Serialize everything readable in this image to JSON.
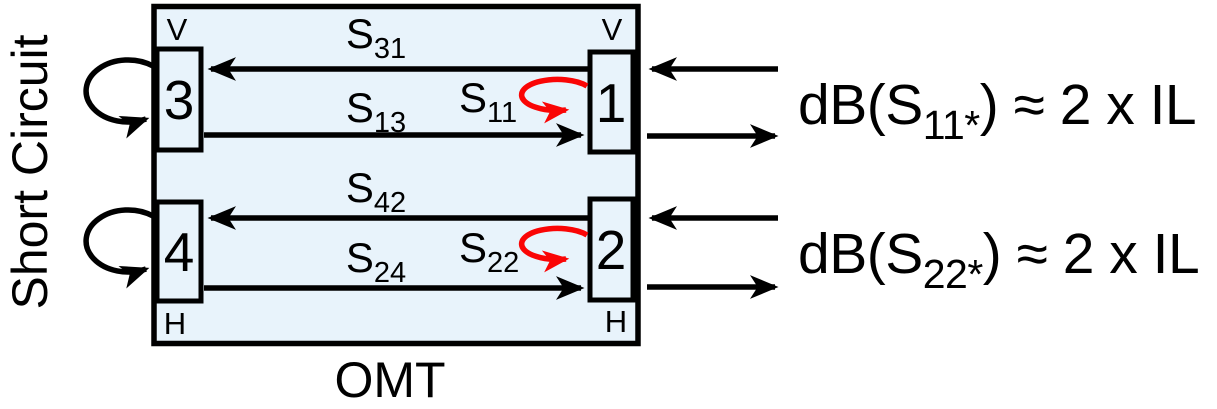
{
  "colors": {
    "box_fill": "#e8f3fb",
    "outline": "#000000",
    "reflection_red": "#fa0505"
  },
  "omt": {
    "label": "OMT"
  },
  "left": {
    "short_circuit_label": "Short Circuit"
  },
  "ports": {
    "p1": {
      "number": "1",
      "polarization": "V"
    },
    "p2": {
      "number": "2",
      "polarization": "H"
    },
    "p3": {
      "number": "3",
      "polarization": "V"
    },
    "p4": {
      "number": "4",
      "polarization": "H"
    }
  },
  "s_labels": {
    "s31": {
      "base": "S",
      "sub": "31"
    },
    "s13": {
      "base": "S",
      "sub": "13"
    },
    "s42": {
      "base": "S",
      "sub": "42"
    },
    "s24": {
      "base": "S",
      "sub": "24"
    },
    "s11": {
      "base": "S",
      "sub": "11"
    },
    "s22": {
      "base": "S",
      "sub": "22"
    }
  },
  "formulas": {
    "f1": {
      "pre": "dB(S",
      "sub": "11*",
      "post": ") ≈ 2 x IL"
    },
    "f2": {
      "pre": "dB(S",
      "sub": "22*",
      "post": ") ≈ 2 x IL"
    }
  }
}
